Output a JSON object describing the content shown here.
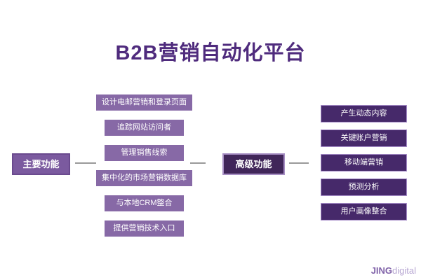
{
  "title": "B2B营销自动化平台",
  "left_group": {
    "label": "主要功能",
    "items": [
      "设计电邮营销和登录页面",
      "追踪网站访问者",
      "管理销售线索",
      "集中化的市场营销数据库",
      "与本地CRM整合",
      "提供营销技术入口"
    ]
  },
  "right_group": {
    "label": "高级功能",
    "items": [
      "产生动态内容",
      "关键账户营销",
      "移动端营销",
      "预测分析",
      "用户画像整合"
    ]
  },
  "logo": {
    "brand_bold": "JING",
    "brand_light": "digital"
  },
  "colors": {
    "title_text": "#4f2b7d",
    "primary_box_fill": "#8769a6",
    "primary_label_fill": "#7b5a9f",
    "primary_label_border": "#6a4a8e",
    "advanced_box_fill": "#46296a",
    "advanced_box_border": "#a68cc8",
    "advanced_label_fill": "#402659",
    "box_text": "#ffffff",
    "connector_line": "#9a9a9a",
    "logo_bold": "#7f61a8",
    "logo_light": "#b7a6d2",
    "background": "#ffffff"
  }
}
